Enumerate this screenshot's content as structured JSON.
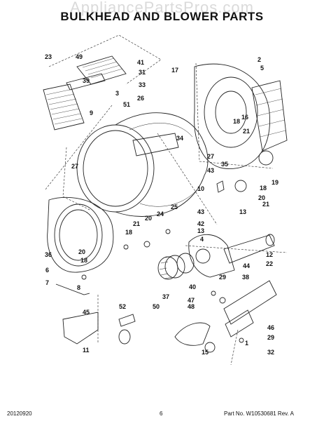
{
  "watermark": "AppliancePartsPros.com",
  "title": "BULKHEAD AND BLOWER PARTS",
  "footer": {
    "date": "20120920",
    "page": "6",
    "part": "Part No. W10530681  Rev. A"
  },
  "callouts": [
    "49",
    "41",
    "23",
    "31",
    "33",
    "39",
    "3",
    "26",
    "51",
    "9",
    "34",
    "27",
    "17",
    "2",
    "5",
    "16",
    "18",
    "21",
    "27",
    "35",
    "43",
    "19",
    "18",
    "10",
    "20",
    "21",
    "25",
    "24",
    "43",
    "13",
    "42",
    "13",
    "4",
    "21",
    "20",
    "18",
    "36",
    "20",
    "18",
    "6",
    "7",
    "8",
    "37",
    "40",
    "44",
    "12",
    "22",
    "29",
    "38",
    "47",
    "48",
    "45",
    "52",
    "50",
    "11",
    "46",
    "29",
    "15",
    "32",
    "1"
  ]
}
